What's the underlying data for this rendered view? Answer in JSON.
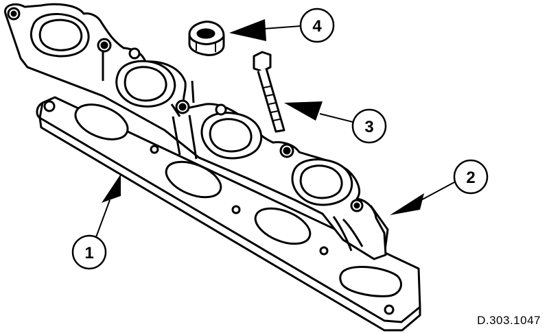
{
  "diagram": {
    "reference_code": "D.303.1047",
    "parts": [
      {
        "label": "1",
        "icon": "gasket-icon"
      },
      {
        "label": "2",
        "icon": "exhaust-manifold-icon"
      },
      {
        "label": "3",
        "icon": "stud-bolt-icon"
      },
      {
        "label": "4",
        "icon": "nut-icon"
      }
    ],
    "colors": {
      "ink": "#000000",
      "paper": "#ffffff"
    }
  }
}
